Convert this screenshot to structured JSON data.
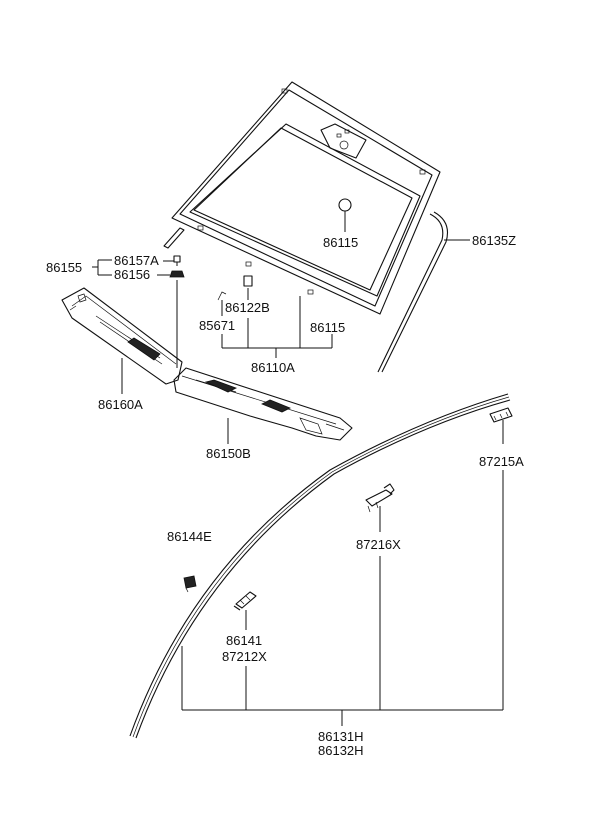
{
  "labels": {
    "l86135Z": "86135Z",
    "l86115_top": "86115",
    "l86157A": "86157A",
    "l86155": "86155",
    "l86156": "86156",
    "l86122B": "86122B",
    "l85671": "85671",
    "l86115_bot": "86115",
    "l86110A": "86110A",
    "l86160A": "86160A",
    "l86150B": "86150B",
    "l87215A": "87215A",
    "l87216X": "87216X",
    "l86144E": "86144E",
    "l86141": "86141",
    "l87212X": "87212X",
    "l86131H": "86131H",
    "l86132H": "86132H"
  }
}
